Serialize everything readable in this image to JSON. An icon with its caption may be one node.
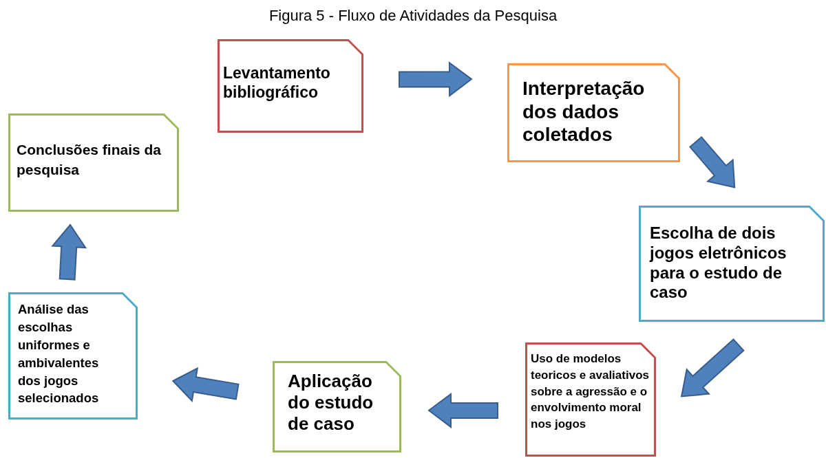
{
  "diagram": {
    "title": "Figura 5 - Fluxo de Atividades da Pesquisa",
    "nodes": [
      {
        "text": [
          "Levantamento bibliográfico"
        ]
      },
      {
        "text": [
          "Interpretação dos dados coletados"
        ]
      },
      {
        "text": [
          "Escolha de dois jogos eletrônicos para o estudo de caso"
        ]
      },
      {
        "text": [
          "Uso de modelos teoricos e avaliativos sobre a agressão e o envolvimento moral nos jogos"
        ]
      },
      {
        "text": [
          "Aplicação do estudo de caso"
        ]
      },
      {
        "text": [
          "Análise das escolhas uniformes e ambivalentes dos jogos selecionados"
        ]
      },
      {
        "text": [
          "Conclusões finais da pesquisa"
        ]
      }
    ],
    "edges": [
      {
        "from": 0,
        "to": 1,
        "arrow": "to"
      },
      {
        "from": 1,
        "to": 2,
        "arrow": "to"
      },
      {
        "from": 2,
        "to": 3,
        "arrow": "to"
      },
      {
        "from": 3,
        "to": 4,
        "arrow": "to"
      },
      {
        "from": 4,
        "to": 5,
        "arrow": "to"
      },
      {
        "from": 5,
        "to": 6,
        "arrow": "to"
      }
    ]
  }
}
